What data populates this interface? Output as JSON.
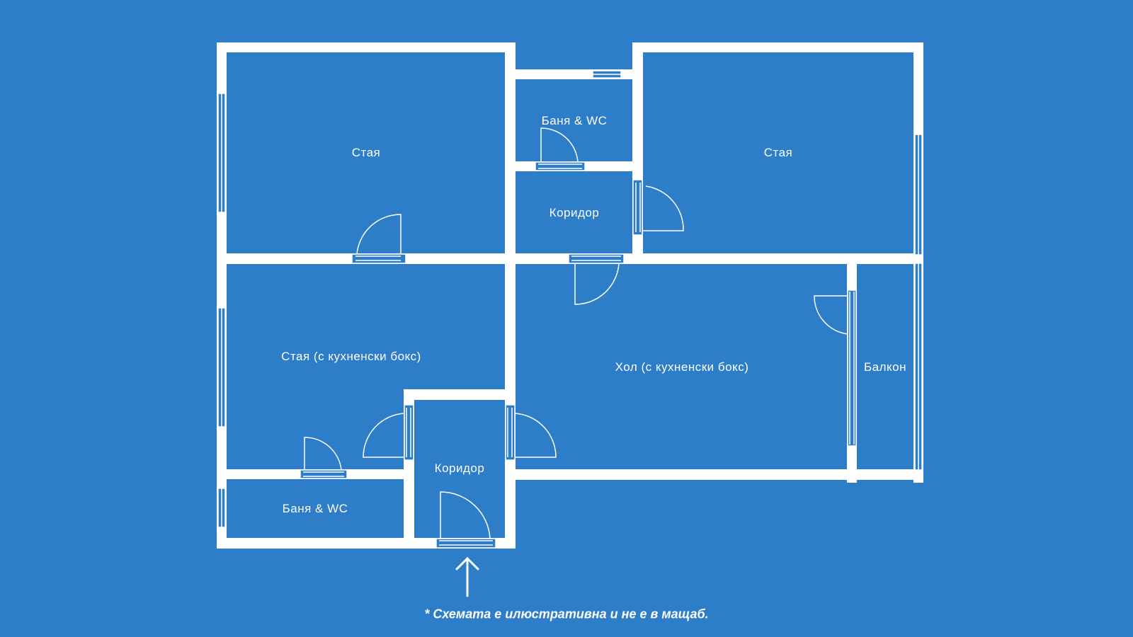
{
  "colors": {
    "background": "#2d7dc8",
    "wall": "#ffffff"
  },
  "rooms": {
    "room_top_left": "Стая",
    "bath_top": "Баня & WC",
    "corridor_top": "Коридор",
    "room_top_right": "Стая",
    "room_kitchen": "Стая (с кухненски бокс)",
    "living_room": "Хол (с кухненски бокс)",
    "balcony": "Балкон",
    "corridor_bottom": "Коридор",
    "bath_bottom": "Баня & WC"
  },
  "entrance_icon": "up-arrow-icon",
  "disclaimer": "* Схемата е илюстративна и не е в мащаб."
}
